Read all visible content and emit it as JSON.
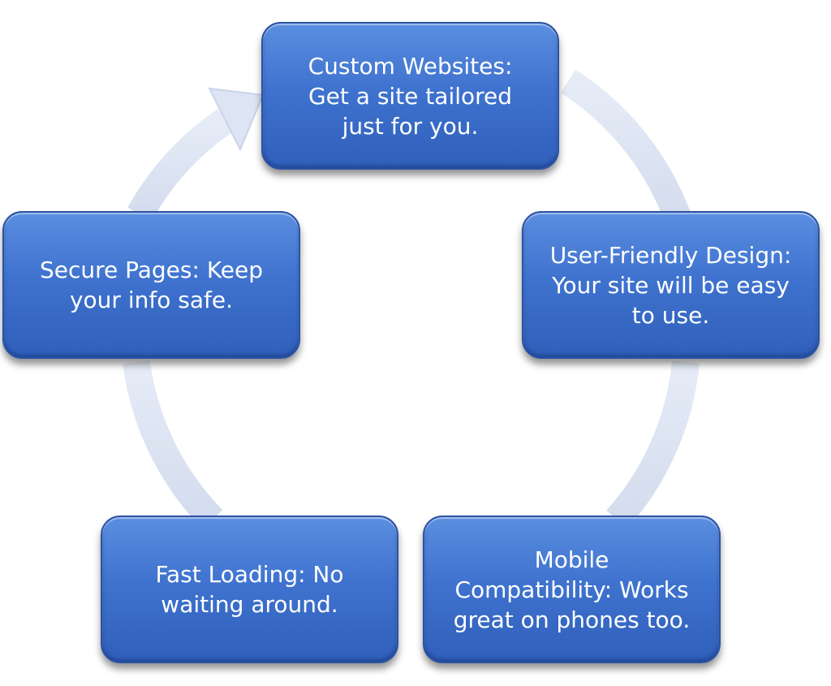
{
  "diagram": {
    "type": "cycle",
    "nodes": [
      {
        "text": "Custom Websites:\nGet a site tailored\njust for you."
      },
      {
        "text": "User-Friendly Design:\nYour site will be easy\nto use."
      },
      {
        "text": "Mobile\nCompatibility: Works\ngreat on phones too."
      },
      {
        "text": "Fast Loading: No\nwaiting around."
      },
      {
        "text": "Secure Pages: Keep\nyour info safe."
      }
    ],
    "colors": {
      "node_fill": "#3f73cf",
      "node_border": "#2b52a3",
      "node_text": "#ffffff",
      "ring": "#dfe6f3",
      "ring_shade": "#c7d2e8"
    }
  }
}
